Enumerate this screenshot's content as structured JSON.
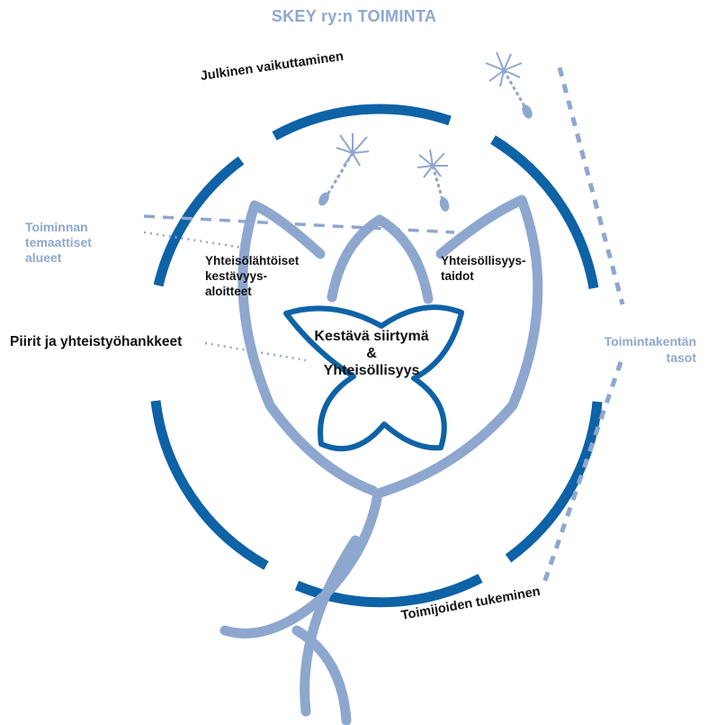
{
  "title": "SKEY ry:n  TOIMINTA",
  "labels": {
    "public_influence": "Julkinen vaikuttaminen",
    "actor_support": "Toimijoiden tukeminen",
    "thematic_areas_1": "Toiminnan",
    "thematic_areas_2": "temaattiset",
    "thematic_areas_3": "alueet",
    "circles": "Piirit ja yhteistyöhankkeet",
    "field_levels_1": "Toimintakentän",
    "field_levels_2": "tasot",
    "community_1": "Yhteisölähtöiset",
    "community_2": "kestävyys-",
    "community_3": "aloitteet",
    "skills_1": "Yhteisöllisyys-",
    "skills_2": "taidot",
    "center_1": "Kestävä siirtymä",
    "center_2": "&",
    "center_3": "Yhteisöllisyys"
  },
  "icons": [
    "dandelion-seed-icon",
    "dandelion-seed-icon",
    "dandelion-seed-icon"
  ],
  "colors": {
    "dark_blue": "#0e62a6",
    "light_blue": "#8ea7cf",
    "text": "#111111",
    "background": "#ffffff"
  }
}
